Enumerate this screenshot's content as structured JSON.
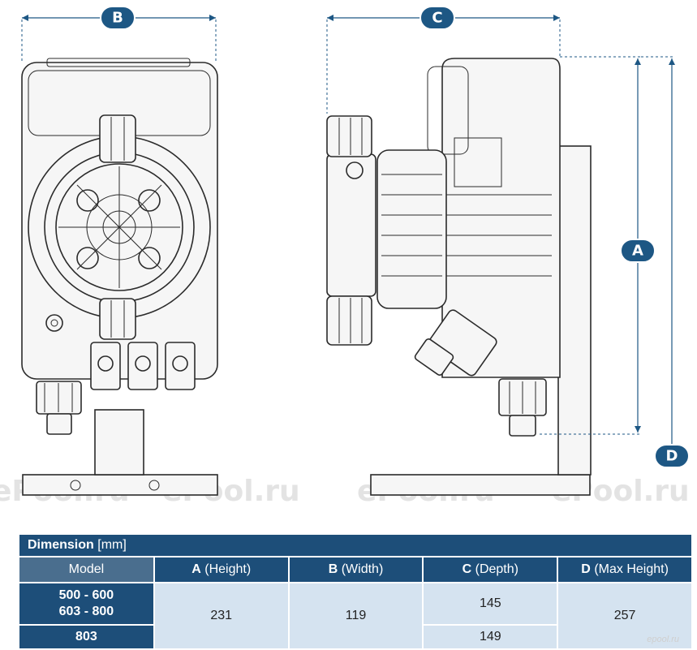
{
  "badges": {
    "a": "A",
    "b": "B",
    "c": "C",
    "d": "D"
  },
  "watermarks": [
    "ePool.ru",
    "ePool.ru",
    "ePool.ru",
    "ePool.ru"
  ],
  "corner_watermark": "epool.ru",
  "table": {
    "title_bold": "Dimension",
    "title_unit": "[mm]",
    "headers": {
      "model": "Model",
      "a_bold": "A",
      "a_rest": "(Height)",
      "b_bold": "B",
      "b_rest": "(Width)",
      "c_bold": "C",
      "c_rest": "(Depth)",
      "d_bold": "D",
      "d_rest": "(Max Height)"
    },
    "rows": {
      "model_1_line1": "500 - 600",
      "model_1_line2": "603 - 800",
      "model_2": "803",
      "a_value": "231",
      "b_value": "119",
      "c_value_1": "145",
      "c_value_2": "149",
      "d_value": "257"
    }
  },
  "colors": {
    "navy": "#1d4e79",
    "light_blue": "#d5e3f0",
    "badge": "#1d5784"
  }
}
